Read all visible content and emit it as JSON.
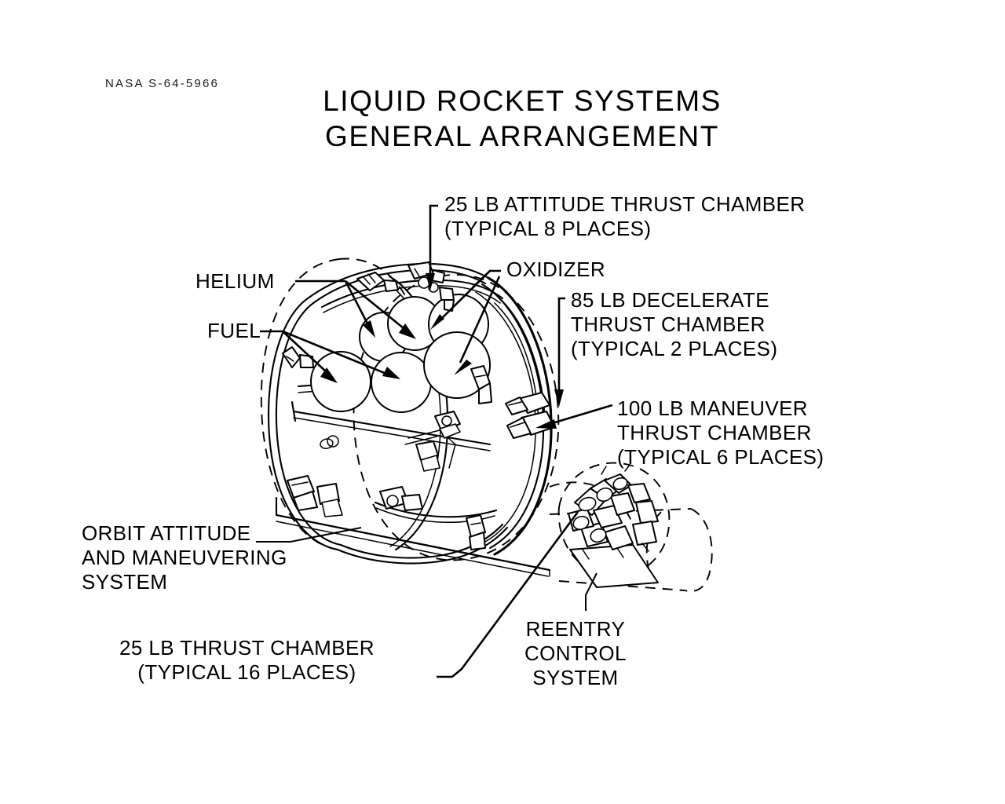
{
  "document": {
    "id_code": "NASA S-64-5966",
    "title_line_1": "LIQUID ROCKET SYSTEMS",
    "title_line_2": "GENERAL ARRANGEMENT"
  },
  "colors": {
    "background": "#ffffff",
    "ink": "#000000"
  },
  "callouts": {
    "attitude_thrust_chamber": {
      "line_1": "25 LB ATTITUDE THRUST CHAMBER",
      "line_2": "(TYPICAL 8 PLACES)"
    },
    "oxidizer": {
      "line_1": "OXIDIZER"
    },
    "decelerate_thrust_chamber": {
      "line_1": "85 LB DECELERATE",
      "line_2": "THRUST CHAMBER",
      "line_3": "(TYPICAL 2 PLACES)"
    },
    "maneuver_thrust_chamber": {
      "line_1": "100 LB MANEUVER",
      "line_2": "THRUST CHAMBER",
      "line_3": "(TYPICAL 6 PLACES)"
    },
    "helium": {
      "line_1": "HELIUM"
    },
    "fuel": {
      "line_1": "FUEL"
    },
    "orbit_attitude_maneuvering_system": {
      "line_1": "ORBIT ATTITUDE",
      "line_2": "AND MANEUVERING",
      "line_3": "SYSTEM"
    },
    "thrust_chamber_25lb": {
      "line_1": "25 LB THRUST CHAMBER",
      "line_2": "(TYPICAL 16 PLACES)"
    },
    "reentry_control_system": {
      "line_1": "REENTRY",
      "line_2": "CONTROL",
      "line_3": "SYSTEM"
    }
  },
  "diagram": {
    "type": "technical-line-drawing",
    "subject": "Gemini spacecraft adapter / equipment module showing liquid rocket propulsion systems",
    "components": [
      "cylindrical adapter module shell",
      "six spherical propellant and pressurant tanks",
      "orbit attitude and maneuvering system thrusters",
      "reentry control system thruster cluster",
      "reentry module conical outline"
    ]
  }
}
